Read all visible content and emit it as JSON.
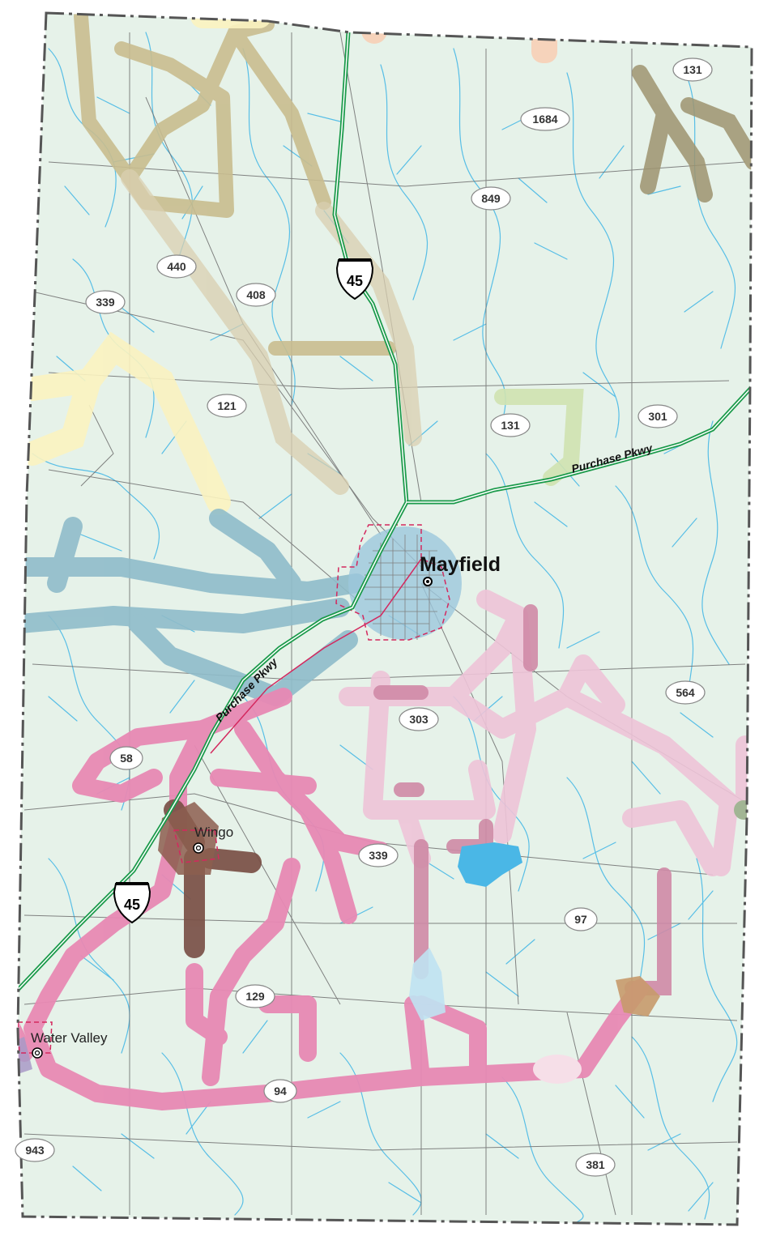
{
  "map": {
    "cities": [
      {
        "id": "mayfield",
        "label": "Mayfield"
      },
      {
        "id": "wingo",
        "label": "Wingo"
      },
      {
        "id": "water-valley",
        "label": "Water Valley"
      }
    ],
    "route_shields": [
      "131",
      "1684",
      "849",
      "440",
      "408",
      "339",
      "121",
      "131",
      "301",
      "564",
      "303",
      "58",
      "339",
      "97",
      "129",
      "94",
      "943",
      "381"
    ],
    "us_shields": [
      "45",
      "45"
    ],
    "parkway_labels": [
      "Purchase Pkwy",
      "Purchase Pkwy"
    ],
    "colors": {
      "land": "#e6f2e9",
      "border": "#555555",
      "streams": "#3fb6e6",
      "roads": "#6e6e6e",
      "parkway": "#1a9a4a",
      "corridor_pink": "#e889b4",
      "corridor_light_pink": "#eec4d8",
      "corridor_blue": "#8fbcca",
      "corridor_olive": "#c9bd8f",
      "corridor_dark_brown": "#7a5046",
      "corridor_yellow": "#fbf3c0",
      "corridor_green": "#cfe2b0",
      "lake": "#4ab7e6",
      "city_limits": "#d4285e"
    }
  }
}
